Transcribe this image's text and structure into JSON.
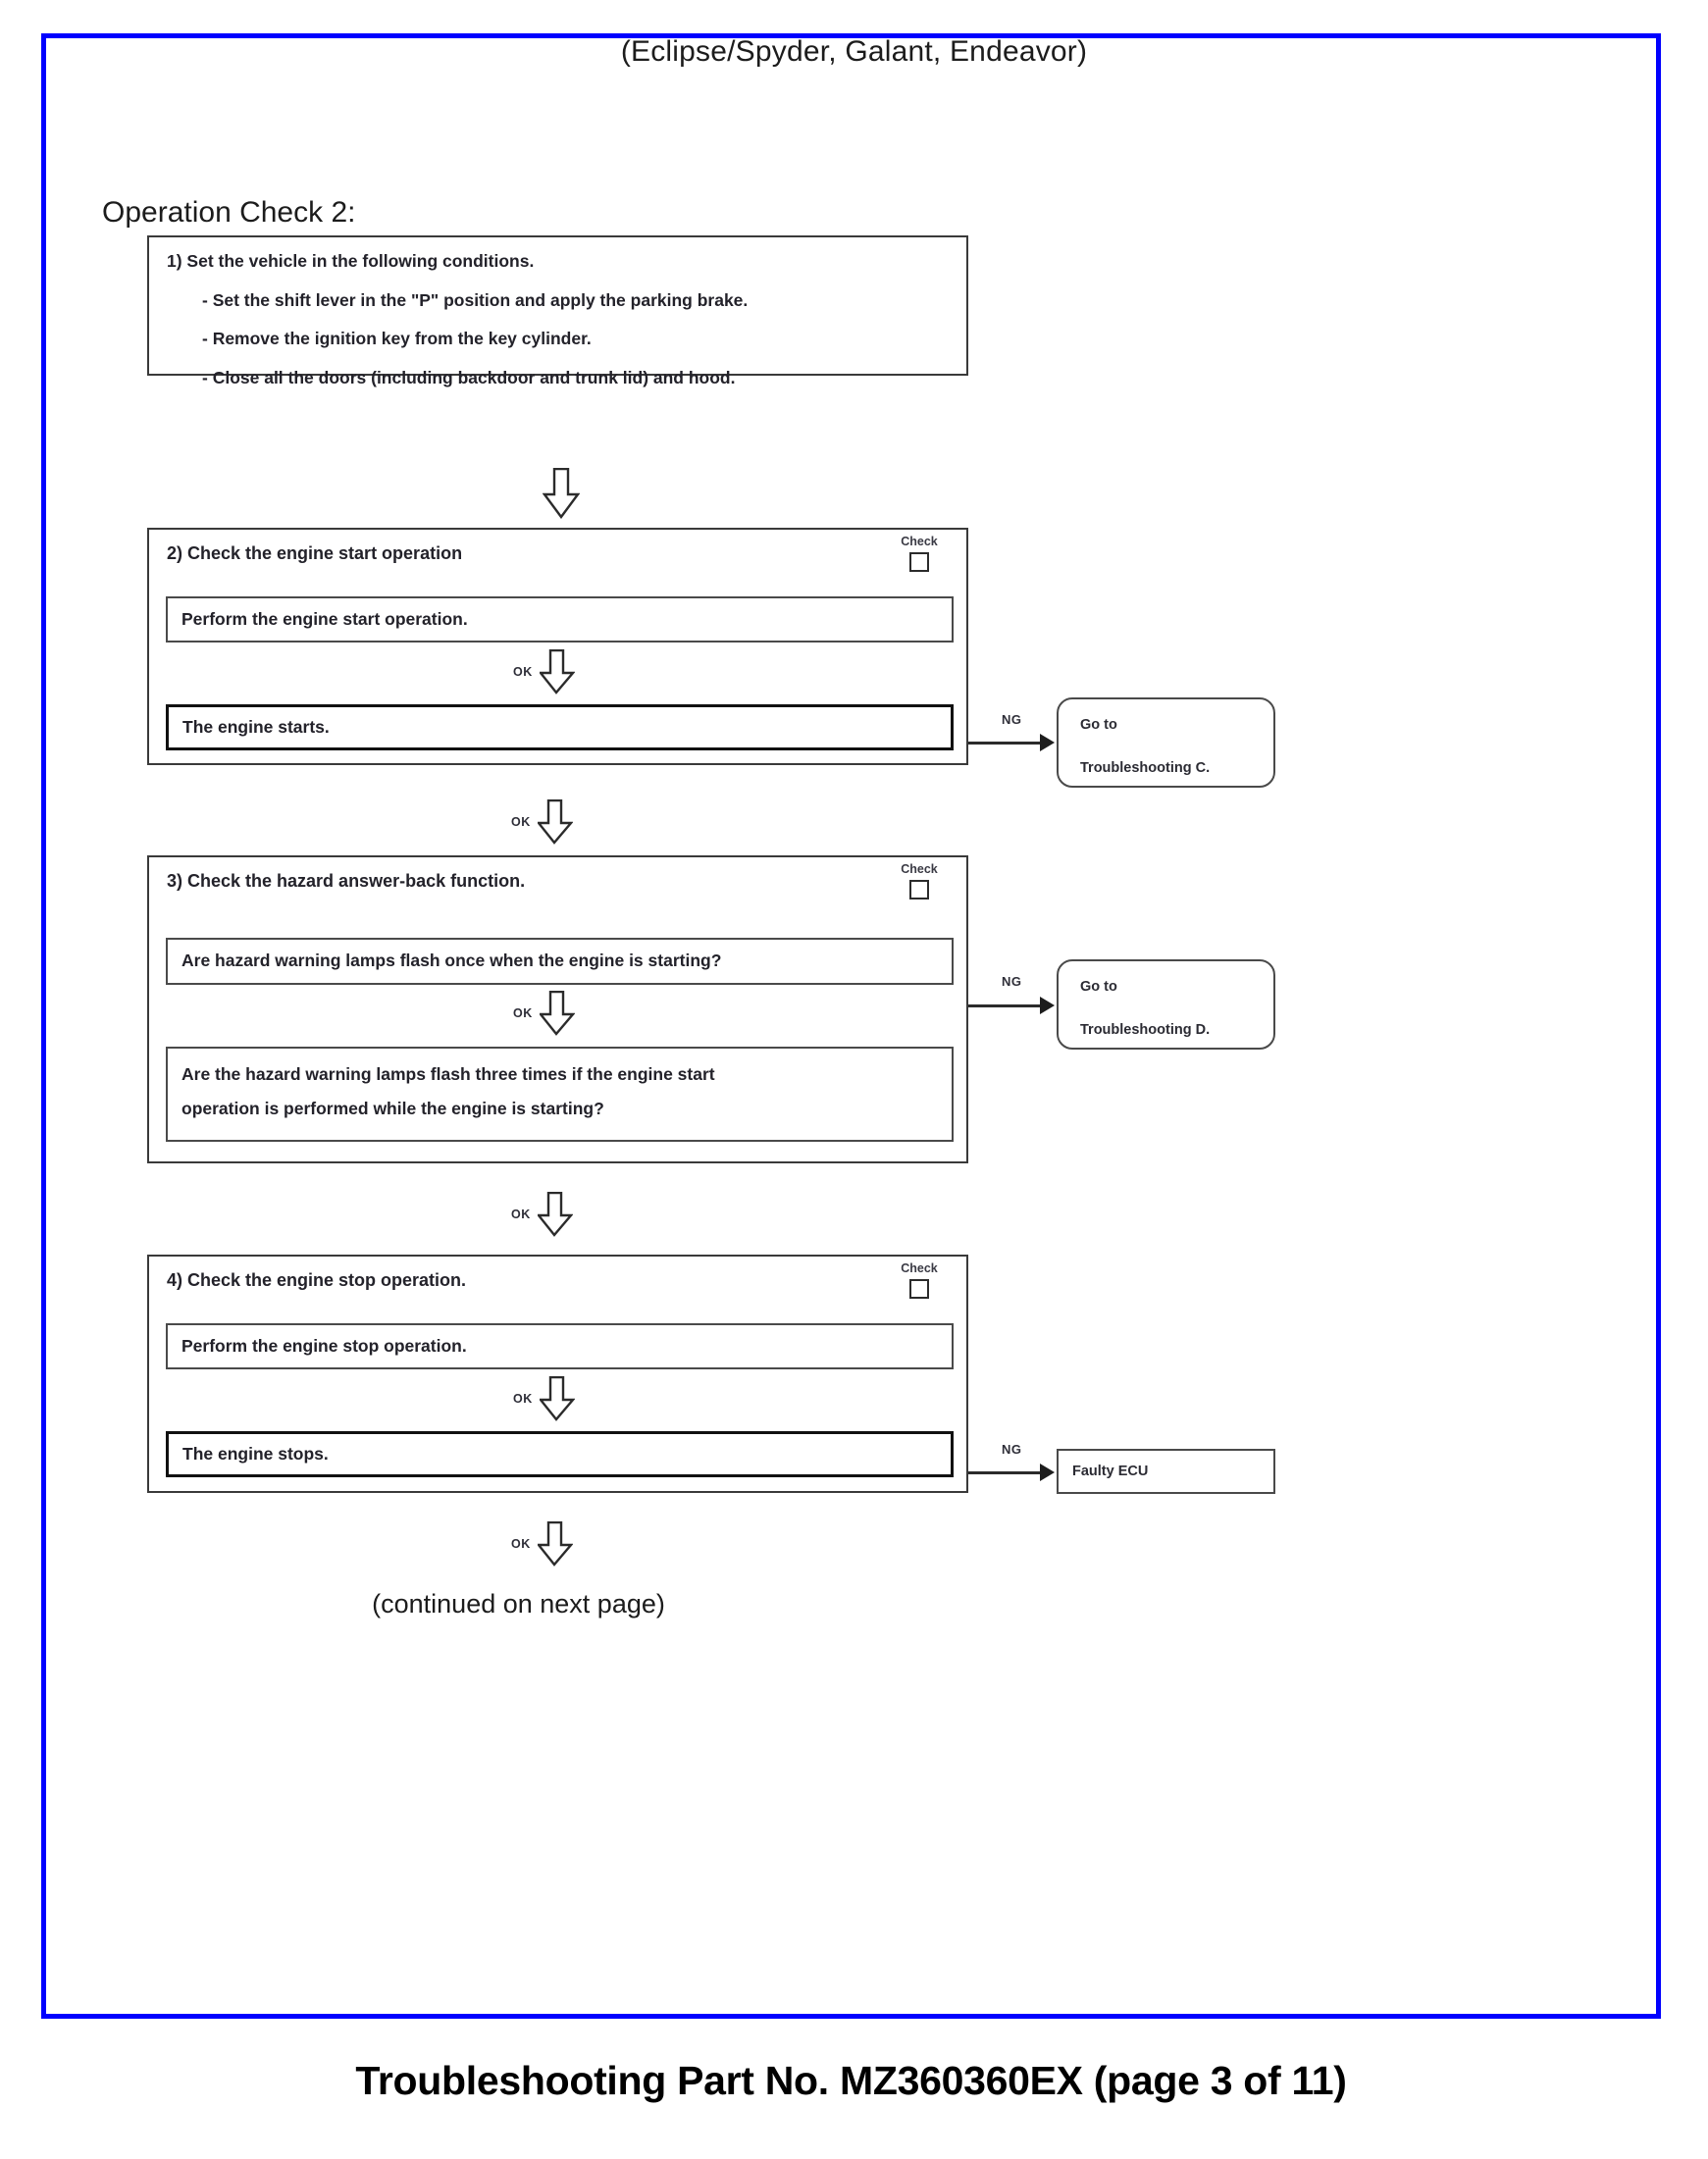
{
  "document": {
    "header": "(Eclipse/Spyder, Galant, Endeavor)",
    "section_title": "Operation Check 2:",
    "continued_note": "(continued on next page)",
    "footer": "Troubleshooting Part No. MZ360360EX (page 3 of 11)",
    "frame_color": "#0000ff"
  },
  "labels": {
    "check": "Check",
    "ok": "OK",
    "ng": "NG"
  },
  "steps": {
    "step1": {
      "lines": [
        "1) Set the vehicle in the following conditions.",
        "- Set the shift lever in the \"P\" position and apply the parking brake.",
        "- Remove the ignition key from the key cylinder.",
        "- Close all the doors (including backdoor and trunk lid) and hood."
      ]
    },
    "step2": {
      "title": "2) Check the engine start operation",
      "action": "Perform the engine start operation.",
      "result": "The engine starts.",
      "branch": {
        "label": "NG",
        "dest_line1": "Go to",
        "dest_line2": "Troubleshooting C."
      }
    },
    "step3": {
      "title": "3) Check the hazard answer-back function.",
      "question1": "Are hazard warning lamps flash once when the engine is starting?",
      "question2_line1": "Are the hazard warning lamps flash three times if the engine start",
      "question2_line2": "operation is performed while the engine is starting?",
      "branch": {
        "label": "NG",
        "dest_line1": "Go to",
        "dest_line2": "Troubleshooting D."
      }
    },
    "step4": {
      "title": "4) Check the engine stop operation.",
      "action": "Perform the engine stop operation.",
      "result": "The engine stops.",
      "branch": {
        "label": "NG",
        "dest": "Faulty ECU"
      }
    }
  }
}
